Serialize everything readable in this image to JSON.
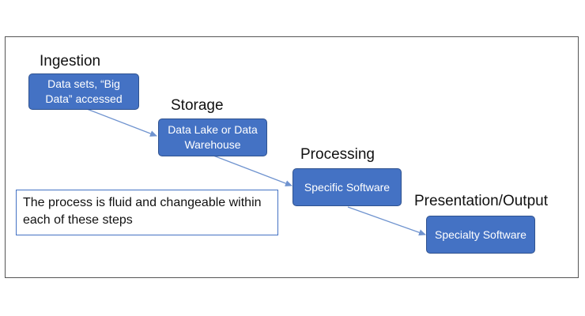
{
  "steps": [
    {
      "title": "Ingestion",
      "box": "Data sets, “Big Data” accessed"
    },
    {
      "title": "Storage",
      "box": "Data Lake or Data Warehouse"
    },
    {
      "title": "Processing",
      "box": "Specific Software"
    },
    {
      "title": "Presentation/Output",
      "box": "Specialty Software"
    }
  ],
  "note": "The process is fluid and changeable within each of these steps",
  "colors": {
    "box_fill": "#4472c4",
    "box_border": "#2f528f",
    "arrow": "#6f93cf",
    "note_border": "#4472c4"
  }
}
